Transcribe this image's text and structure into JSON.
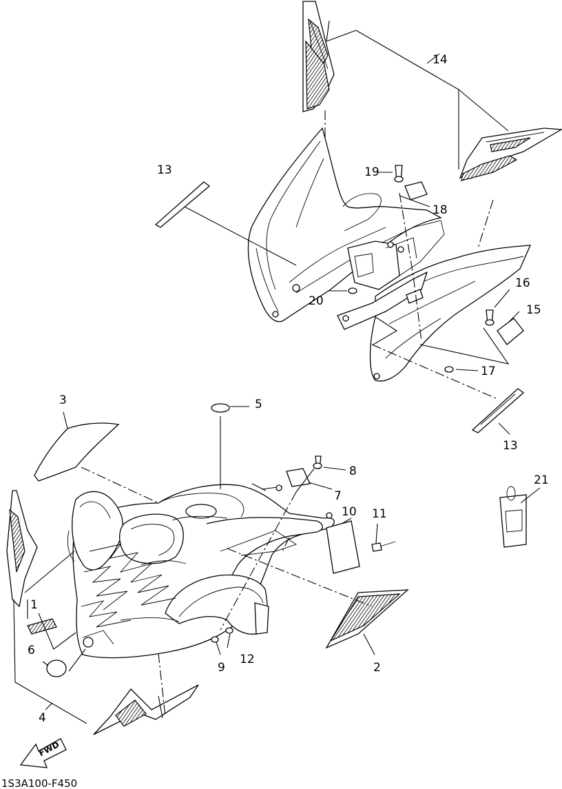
{
  "diagram_code": "1S3A100-F450",
  "fwd_label": "FWD",
  "callouts": {
    "c1": "1",
    "c2": "2",
    "c3": "3",
    "c4": "4",
    "c5": "5",
    "c6": "6",
    "c7": "7",
    "c8": "8",
    "c9": "9",
    "c10": "10",
    "c11": "11",
    "c12": "12",
    "c13a": "13",
    "c13b": "13",
    "c14": "14",
    "c15": "15",
    "c16": "16",
    "c17": "17",
    "c18": "18",
    "c19": "19",
    "c20": "20",
    "c21": "21"
  }
}
